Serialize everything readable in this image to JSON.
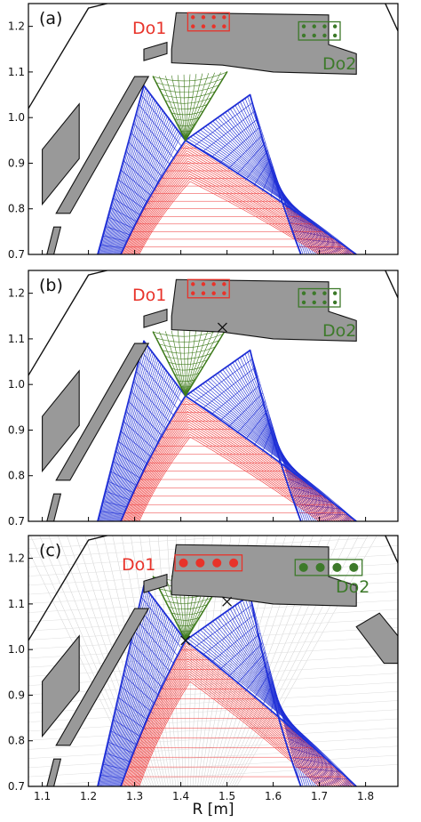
{
  "figure": {
    "x_axis": {
      "label": "R [m]",
      "range": [
        1.07,
        1.87
      ],
      "ticks": [
        "1.1",
        "1.2",
        "1.3",
        "1.4",
        "1.5",
        "1.6",
        "1.7",
        "1.8"
      ]
    },
    "y_axis": {
      "range": [
        0.7,
        1.25
      ],
      "ticks": [
        "0.7",
        "0.8",
        "0.9",
        "1.0",
        "1.1",
        "1.2"
      ]
    },
    "colors": {
      "grid_blue": "#1f2fd6",
      "grid_green": "#3d7a1a",
      "grid_red": "#ee3333",
      "wall": "#999999",
      "do1": "#e8332a",
      "do2": "#3d7a2a"
    },
    "panels": [
      {
        "label": "(a)",
        "do1": "Do1",
        "do2": "Do2",
        "xpoint": [
          1.41,
          0.95
        ],
        "xpoint2": null,
        "coils": "small",
        "background_grid": false
      },
      {
        "label": "(b)",
        "do1": "Do1",
        "do2": "Do2",
        "xpoint": [
          1.41,
          0.975
        ],
        "xpoint2": [
          1.49,
          1.125
        ],
        "coils": "small",
        "background_grid": false
      },
      {
        "label": "(c)",
        "do1": "Do1",
        "do2": "Do2",
        "xpoint": [
          1.41,
          1.02
        ],
        "xpoint2": [
          1.5,
          1.105
        ],
        "coils": "large",
        "background_grid": true
      }
    ]
  }
}
